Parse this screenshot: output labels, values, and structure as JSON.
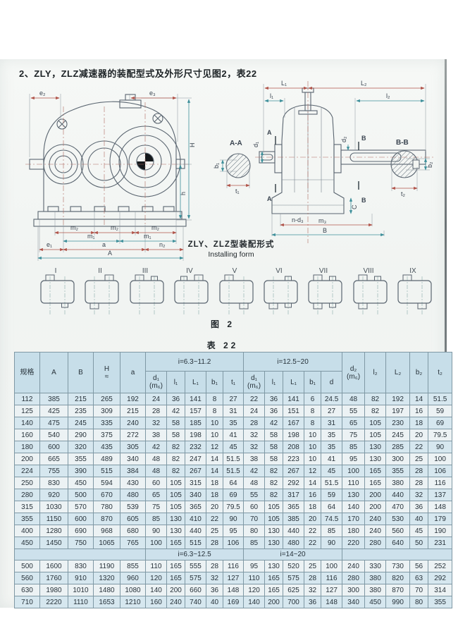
{
  "page": {
    "title": "2、ZLY，ZLZ减速器的装配型式及外形尺寸见图2，表22",
    "figure_caption": "图 2",
    "table_caption": "表 22",
    "installing_form_label_cn": "ZLY、ZLZ型装配形式",
    "installing_form_label_en": "Installing form"
  },
  "drawing": {
    "left_view": {
      "e2": "e₂",
      "e3": "e₃",
      "H": "H",
      "h": "h",
      "m2": "m₂",
      "m1": "m₁",
      "e1": "e₁",
      "a": "a",
      "n2": "n₂",
      "A": "A"
    },
    "section_aa": {
      "title": "A-A",
      "b1": "b₁",
      "t1": "t₁"
    },
    "front_view": {
      "L1": "L₁",
      "L2": "L₂",
      "l1": "l₁",
      "l2": "l₂",
      "A": "A",
      "B": "B",
      "d1": "d₁",
      "d2": "d₂",
      "C": "C",
      "nd3": "n-d₃",
      "m3": "m₃",
      "B_width": "B"
    },
    "section_bb": {
      "title": "B-B",
      "b2": "b₂",
      "t2": "t₂"
    }
  },
  "assembly_forms": [
    {
      "numeral": "I",
      "stubs": [
        "TL",
        "br"
      ]
    },
    {
      "numeral": "II",
      "stubs": [
        "TR",
        "BL"
      ]
    },
    {
      "numeral": "III",
      "stubs": [
        "TL",
        "tr"
      ]
    },
    {
      "numeral": "IV",
      "stubs": [
        "tl",
        "TR"
      ]
    },
    {
      "numeral": "V",
      "stubs": [
        "TL",
        "BR"
      ]
    },
    {
      "numeral": "VI",
      "stubs": [
        "tr",
        "BL",
        "br"
      ]
    },
    {
      "numeral": "VII",
      "stubs": [
        "TL",
        "tr",
        "BL",
        "br"
      ]
    },
    {
      "numeral": "VIII",
      "stubs": [
        "TL",
        "tr",
        "BL"
      ]
    },
    {
      "numeral": "IX",
      "stubs": [
        "TL",
        "BR"
      ]
    }
  ],
  "table": {
    "left_headers": [
      "规格",
      "A",
      "B",
      "H\n≈",
      "a"
    ],
    "group_labels": [
      "i=6.3~11.2",
      "i=12.5~20"
    ],
    "sub_headers": [
      "d₁\n(m₆)",
      "l₁",
      "L₁",
      "b₁",
      "t₁",
      "d₁\n(m₆)",
      "l₁",
      "L₁",
      "b₁",
      "d"
    ],
    "right_headers": [
      "d₂\n(m₆)",
      "l₂",
      "L₂",
      "b₂",
      "t₂"
    ],
    "mid_group_labels": [
      "i=6.3~12.5",
      "i=14~20"
    ],
    "rows_top": [
      {
        "spec": "112",
        "values": [
          "385",
          "215",
          "265",
          "192",
          "24",
          "36",
          "141",
          "8",
          "27",
          "22",
          "36",
          "141",
          "6",
          "24.5",
          "48",
          "82",
          "192",
          "14",
          "51.5"
        ]
      },
      {
        "spec": "125",
        "values": [
          "425",
          "235",
          "309",
          "215",
          "28",
          "42",
          "157",
          "8",
          "31",
          "24",
          "36",
          "151",
          "8",
          "27",
          "55",
          "82",
          "197",
          "16",
          "59"
        ]
      },
      {
        "spec": "140",
        "values": [
          "475",
          "245",
          "335",
          "240",
          "32",
          "58",
          "185",
          "10",
          "35",
          "28",
          "42",
          "167",
          "8",
          "31",
          "65",
          "105",
          "230",
          "18",
          "69"
        ]
      },
      {
        "spec": "160",
        "values": [
          "540",
          "290",
          "375",
          "272",
          "38",
          "58",
          "198",
          "10",
          "41",
          "32",
          "58",
          "198",
          "10",
          "35",
          "75",
          "105",
          "245",
          "20",
          "79.5"
        ]
      },
      {
        "spec": "180",
        "values": [
          "600",
          "320",
          "435",
          "305",
          "42",
          "82",
          "232",
          "12",
          "45",
          "32",
          "58",
          "208",
          "10",
          "35",
          "85",
          "130",
          "285",
          "22",
          "90"
        ]
      },
      {
        "spec": "200",
        "values": [
          "665",
          "355",
          "489",
          "340",
          "48",
          "82",
          "247",
          "14",
          "51.5",
          "38",
          "58",
          "223",
          "10",
          "41",
          "95",
          "130",
          "300",
          "25",
          "100"
        ]
      },
      {
        "spec": "224",
        "values": [
          "755",
          "390",
          "515",
          "384",
          "48",
          "82",
          "267",
          "14",
          "51.5",
          "42",
          "82",
          "267",
          "12",
          "45",
          "100",
          "165",
          "355",
          "28",
          "106"
        ]
      },
      {
        "spec": "250",
        "values": [
          "830",
          "450",
          "594",
          "430",
          "60",
          "105",
          "315",
          "18",
          "64",
          "48",
          "82",
          "292",
          "14",
          "51.5",
          "110",
          "165",
          "380",
          "28",
          "116"
        ]
      },
      {
        "spec": "280",
        "values": [
          "920",
          "500",
          "670",
          "480",
          "65",
          "105",
          "340",
          "18",
          "69",
          "55",
          "82",
          "317",
          "16",
          "59",
          "130",
          "200",
          "440",
          "32",
          "137"
        ]
      },
      {
        "spec": "315",
        "values": [
          "1030",
          "570",
          "780",
          "539",
          "75",
          "105",
          "365",
          "20",
          "79.5",
          "60",
          "105",
          "365",
          "18",
          "64",
          "140",
          "200",
          "470",
          "36",
          "148"
        ]
      },
      {
        "spec": "355",
        "values": [
          "1150",
          "600",
          "870",
          "605",
          "85",
          "130",
          "410",
          "22",
          "90",
          "70",
          "105",
          "385",
          "20",
          "74.5",
          "170",
          "240",
          "530",
          "40",
          "179"
        ]
      },
      {
        "spec": "400",
        "values": [
          "1280",
          "690",
          "968",
          "680",
          "90",
          "130",
          "440",
          "25",
          "95",
          "80",
          "130",
          "440",
          "22",
          "85",
          "180",
          "240",
          "560",
          "45",
          "190"
        ]
      },
      {
        "spec": "450",
        "values": [
          "1450",
          "750",
          "1065",
          "765",
          "100",
          "165",
          "515",
          "28",
          "106",
          "85",
          "130",
          "480",
          "22",
          "90",
          "220",
          "280",
          "640",
          "50",
          "231"
        ]
      }
    ],
    "rows_bottom": [
      {
        "spec": "500",
        "values": [
          "1600",
          "830",
          "1190",
          "855",
          "110",
          "165",
          "555",
          "28",
          "116",
          "95",
          "130",
          "520",
          "25",
          "100",
          "240",
          "330",
          "730",
          "56",
          "252"
        ]
      },
      {
        "spec": "560",
        "values": [
          "1760",
          "910",
          "1320",
          "960",
          "120",
          "165",
          "575",
          "32",
          "127",
          "110",
          "165",
          "575",
          "28",
          "116",
          "280",
          "380",
          "820",
          "63",
          "292"
        ]
      },
      {
        "spec": "630",
        "values": [
          "1980",
          "1010",
          "1480",
          "1080",
          "140",
          "200",
          "660",
          "36",
          "148",
          "120",
          "165",
          "625",
          "32",
          "127",
          "300",
          "380",
          "870",
          "70",
          "314"
        ]
      },
      {
        "spec": "710",
        "values": [
          "2220",
          "1110",
          "1653",
          "1210",
          "160",
          "240",
          "740",
          "40",
          "169",
          "140",
          "200",
          "700",
          "36",
          "148",
          "340",
          "450",
          "990",
          "80",
          "355"
        ]
      }
    ]
  },
  "colors": {
    "paper": "#f3f5f2",
    "table_header": "#c7dee9",
    "row_blue": "#d6e7ef",
    "row_light": "#ecf2f4",
    "dim_red": "#b0544a",
    "dim_teal": "#3d8f9a",
    "line": "#5a6570"
  }
}
